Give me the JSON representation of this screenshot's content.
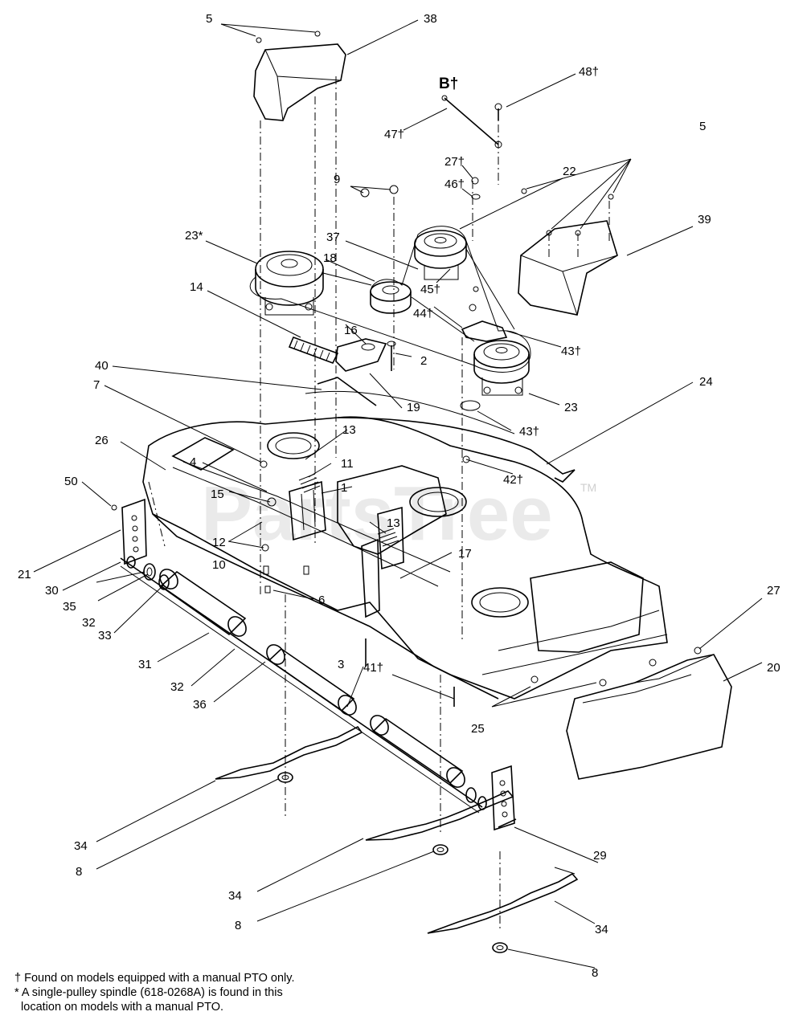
{
  "watermark": {
    "text": "PartsTree",
    "tm": "TM"
  },
  "callouts": {
    "c5a": "5",
    "c38": "38",
    "cB": "B†",
    "c48": "48†",
    "c47": "47†",
    "c5b": "5",
    "c27a": "27†",
    "c46": "46†",
    "c9": "9",
    "c22": "22",
    "c39": "39",
    "c23s": "23*",
    "c37": "37",
    "c18": "18",
    "c45": "45†",
    "c14": "14",
    "c44": "44†",
    "c16": "16",
    "c43a": "43†",
    "c2": "2",
    "c40": "40",
    "c19": "19",
    "c23": "23",
    "c7": "7",
    "c24": "24",
    "c43b": "43†",
    "c13a": "13",
    "c26": "26",
    "c11": "11",
    "c42": "42†",
    "c4": "4",
    "c1": "1",
    "c50": "50",
    "c15": "15",
    "c13b": "13",
    "c12": "12",
    "c17": "17",
    "c21": "21",
    "c10": "10",
    "c30": "30",
    "c35": "35",
    "c32a": "32",
    "c6": "6",
    "c33": "33",
    "c27b": "27",
    "c3": "3",
    "c20": "20",
    "c31": "31",
    "c32b": "32",
    "c41": "41†",
    "c36": "36",
    "c25": "25",
    "c34a": "34",
    "c8a": "8",
    "c29": "29",
    "c34b": "34",
    "c8b": "8",
    "c34c": "34",
    "c8c": "8"
  },
  "footnotes": {
    "dagger": "† Found on models equipped with a manual PTO only.",
    "star_line1": "* A single-pulley spindle (618-0268A) is found in this",
    "star_line2": "  location on models with a manual PTO."
  }
}
